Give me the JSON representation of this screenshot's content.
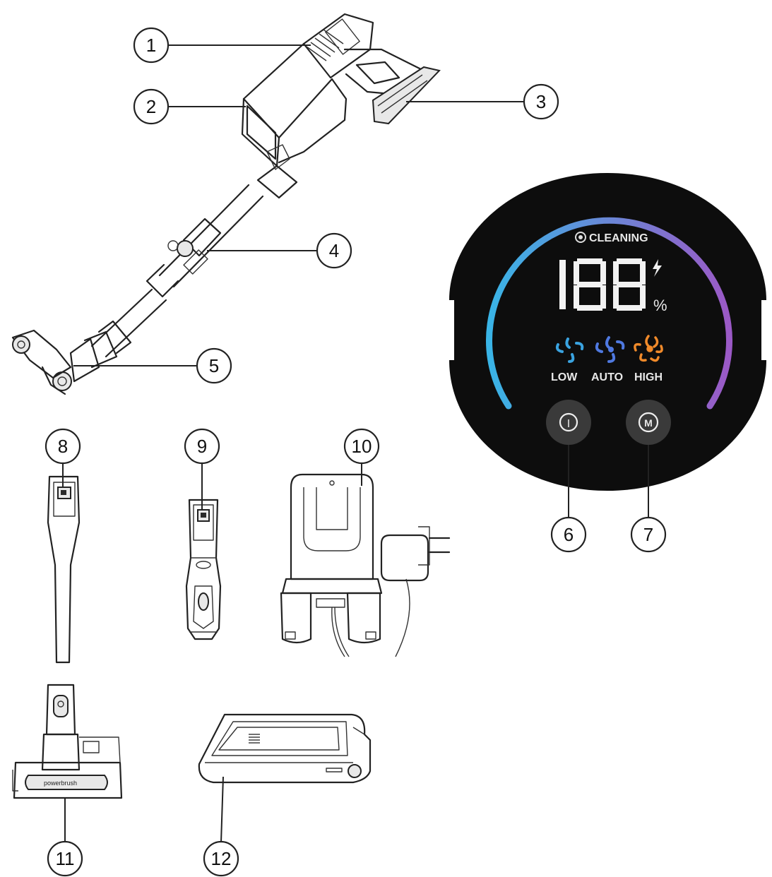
{
  "callouts": [
    {
      "id": 1,
      "label": "1"
    },
    {
      "id": 2,
      "label": "2"
    },
    {
      "id": 3,
      "label": "3"
    },
    {
      "id": 4,
      "label": "4"
    },
    {
      "id": 5,
      "label": "5"
    },
    {
      "id": 6,
      "label": "6"
    },
    {
      "id": 7,
      "label": "7"
    },
    {
      "id": 8,
      "label": "8"
    },
    {
      "id": 9,
      "label": "9"
    },
    {
      "id": 10,
      "label": "10"
    },
    {
      "id": 11,
      "label": "11"
    },
    {
      "id": 12,
      "label": "12"
    }
  ],
  "display_panel": {
    "status_label": "CLEANING",
    "digits": "188",
    "percent_sign": "%",
    "modes": [
      "LOW",
      "AUTO",
      "HIGH"
    ],
    "power_button_glyph": "I",
    "mode_button_glyph": "M",
    "colors": {
      "panel_bg": "#0d0d0d",
      "arc_start": "#39b4e6",
      "arc_end": "#9b59c6",
      "low_fan": "#3aa3e0",
      "auto_fan": "#4f79e0",
      "high_fan": "#f08a2a"
    }
  },
  "powerbrush_label": "powerbrush"
}
